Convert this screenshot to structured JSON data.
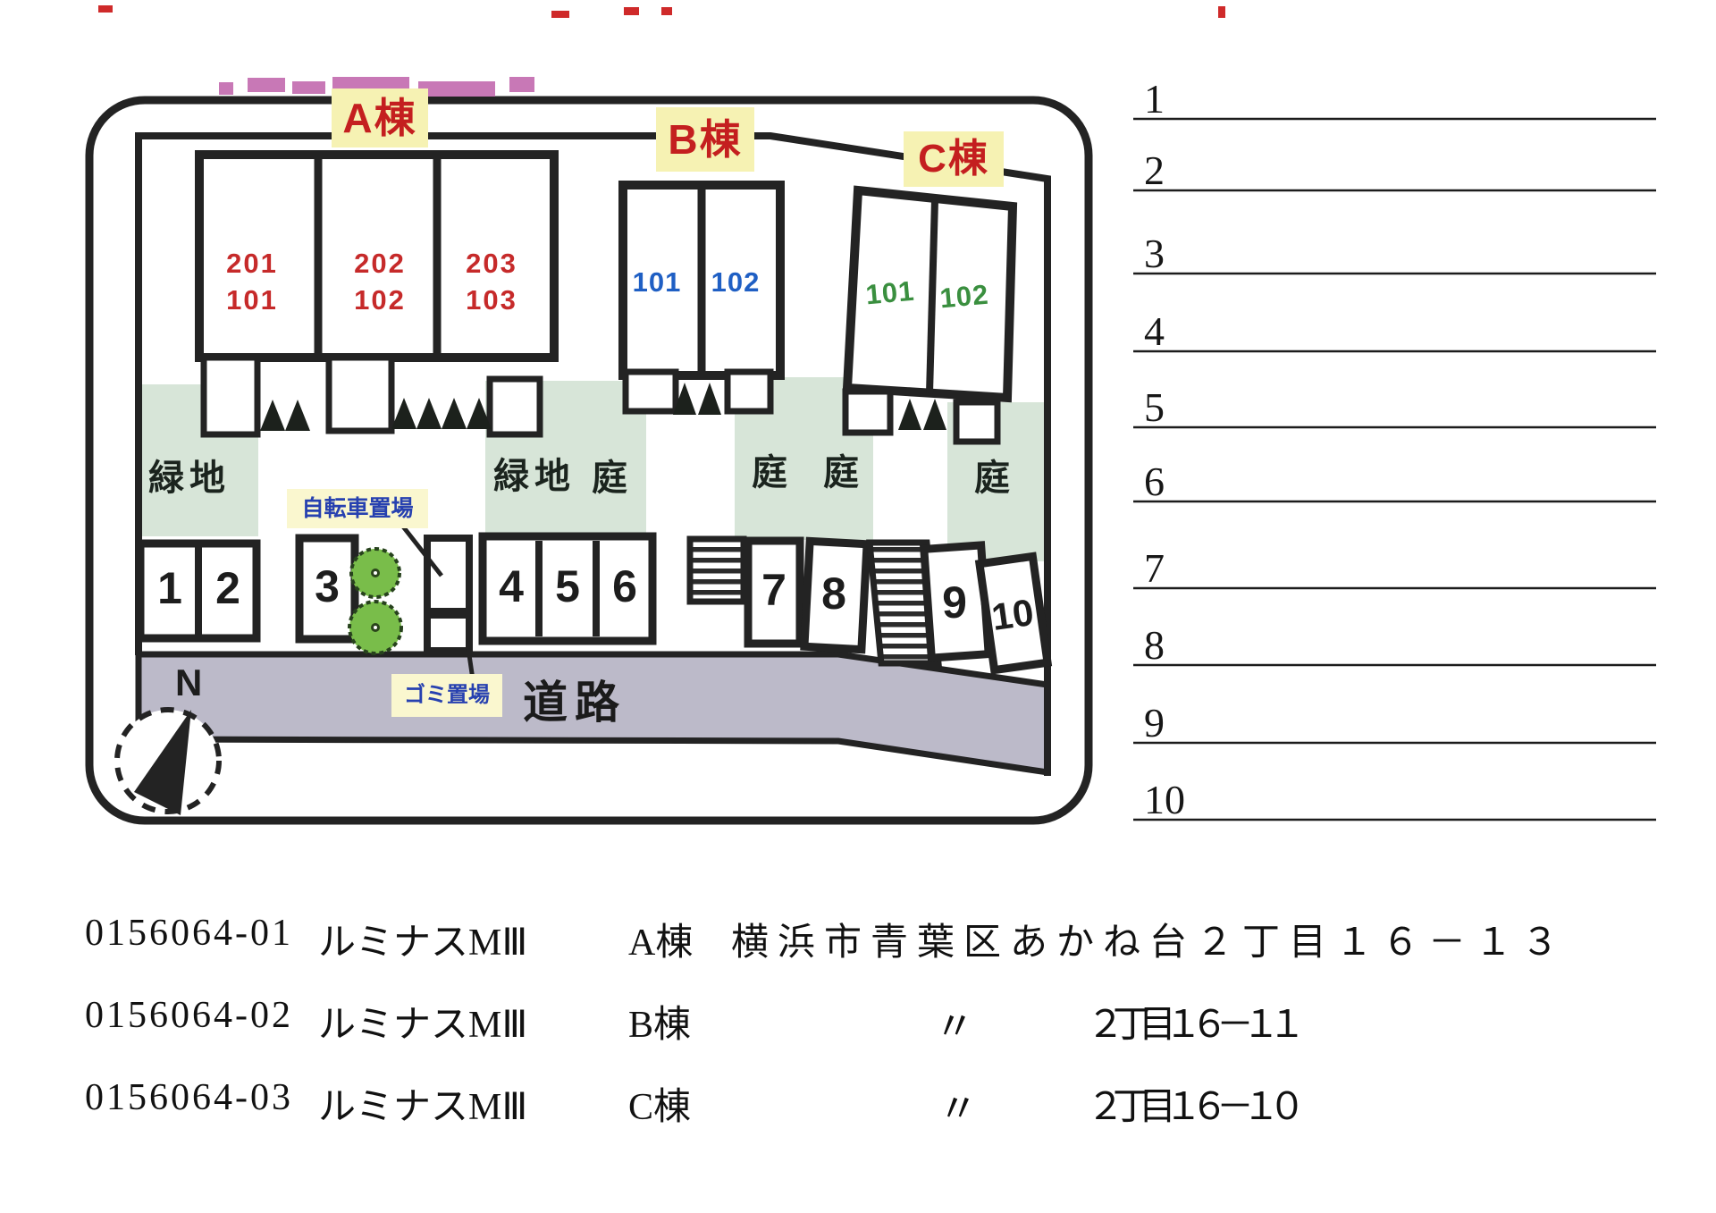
{
  "map": {
    "building_a": {
      "label": "A棟",
      "units": [
        {
          "upper": "201",
          "lower": "101"
        },
        {
          "upper": "202",
          "lower": "102"
        },
        {
          "upper": "203",
          "lower": "103"
        }
      ]
    },
    "building_b": {
      "label": "B棟",
      "units": [
        "101",
        "102"
      ]
    },
    "building_c": {
      "label": "C棟",
      "units": [
        "101",
        "102"
      ]
    },
    "labels": {
      "green_space": "緑地",
      "garden": "庭",
      "road": "道路",
      "bicycle_parking": "自転車置場",
      "trash_area": "ゴミ置場",
      "compass_north": "N"
    },
    "parking_spaces": [
      "1",
      "2",
      "3",
      "4",
      "5",
      "6",
      "7",
      "8",
      "9",
      "10"
    ],
    "colors": {
      "building_label_red": "#c41f1f",
      "label_background_yellow": "#f6f2b3",
      "unit_a_red": "#c62a2a",
      "unit_b_blue": "#1f5fc4",
      "unit_c_green": "#3a8f3f",
      "note_label_blue": "#2741b0",
      "grass_green": "#d7e5d8",
      "road_gray": "#bcbac9",
      "stamp_pink": "#c878b6"
    }
  },
  "notes": {
    "numbers": [
      "1",
      "2",
      "3",
      "4",
      "5",
      "6",
      "7",
      "8",
      "9",
      "10"
    ]
  },
  "listings": [
    {
      "code": "0156064-01",
      "name": "ルミナスMⅢ",
      "building": "A棟",
      "ditto": "",
      "address": "横浜市青葉区あかね台２丁目１６－１３"
    },
    {
      "code": "0156064-02",
      "name": "ルミナスMⅢ",
      "building": "B棟",
      "ditto": "〃",
      "address": "２丁目１６－１１"
    },
    {
      "code": "0156064-03",
      "name": "ルミナスMⅢ",
      "building": "C棟",
      "ditto": "〃",
      "address": "２丁目１６－１０"
    }
  ]
}
